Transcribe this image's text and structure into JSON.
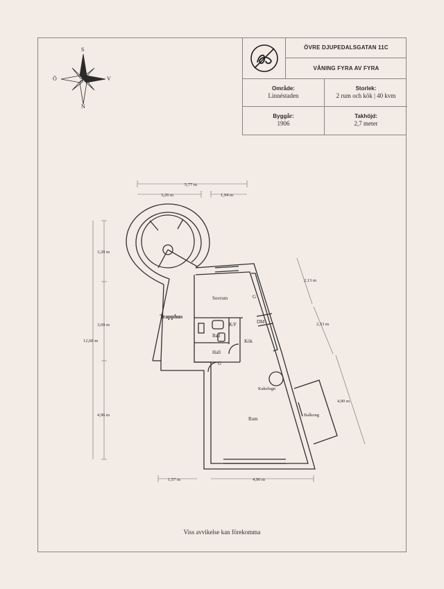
{
  "header": {
    "address": "ÖVRE DJUPEDALSGATAN 11C",
    "floor": "VÅNING FYRA AV FYRA",
    "area_label": "Område:",
    "area_value": "Linnéstaden",
    "size_label": "Storlek:",
    "size_value": "2 rum och kök | 40 kvm",
    "built_label": "Byggår:",
    "built_value": "1906",
    "ceiling_label": "Takhöjd:",
    "ceiling_value": "2,7 meter"
  },
  "compass": {
    "north": "N",
    "south": "S",
    "east": "Ö",
    "west": "V"
  },
  "rooms": {
    "stairwell": "Trapphus",
    "bedroom": "Sovrum",
    "bath": "Bad",
    "kf": "K/F",
    "dm": "DM",
    "g1": "G",
    "g2": "G",
    "kitchen": "Kök",
    "hall": "Hall",
    "stove": "Kakelugn",
    "living": "Rum",
    "balcony": "Balkong"
  },
  "dimensions": {
    "top_total": "5,77 m",
    "top_left": "3,26 m",
    "top_right": "1,94 m",
    "left_1": "3,20 m",
    "left_2": "3,69 m",
    "left_total": "12,68 m",
    "left_3": "4,96 m",
    "bottom_left": "1,57 m",
    "bottom_right": "4,90 m",
    "right_1": "2,13 m",
    "right_2": "2,53 m",
    "right_3": "4,90 m"
  },
  "footer": "Viss avvikelse kan förekomma"
}
